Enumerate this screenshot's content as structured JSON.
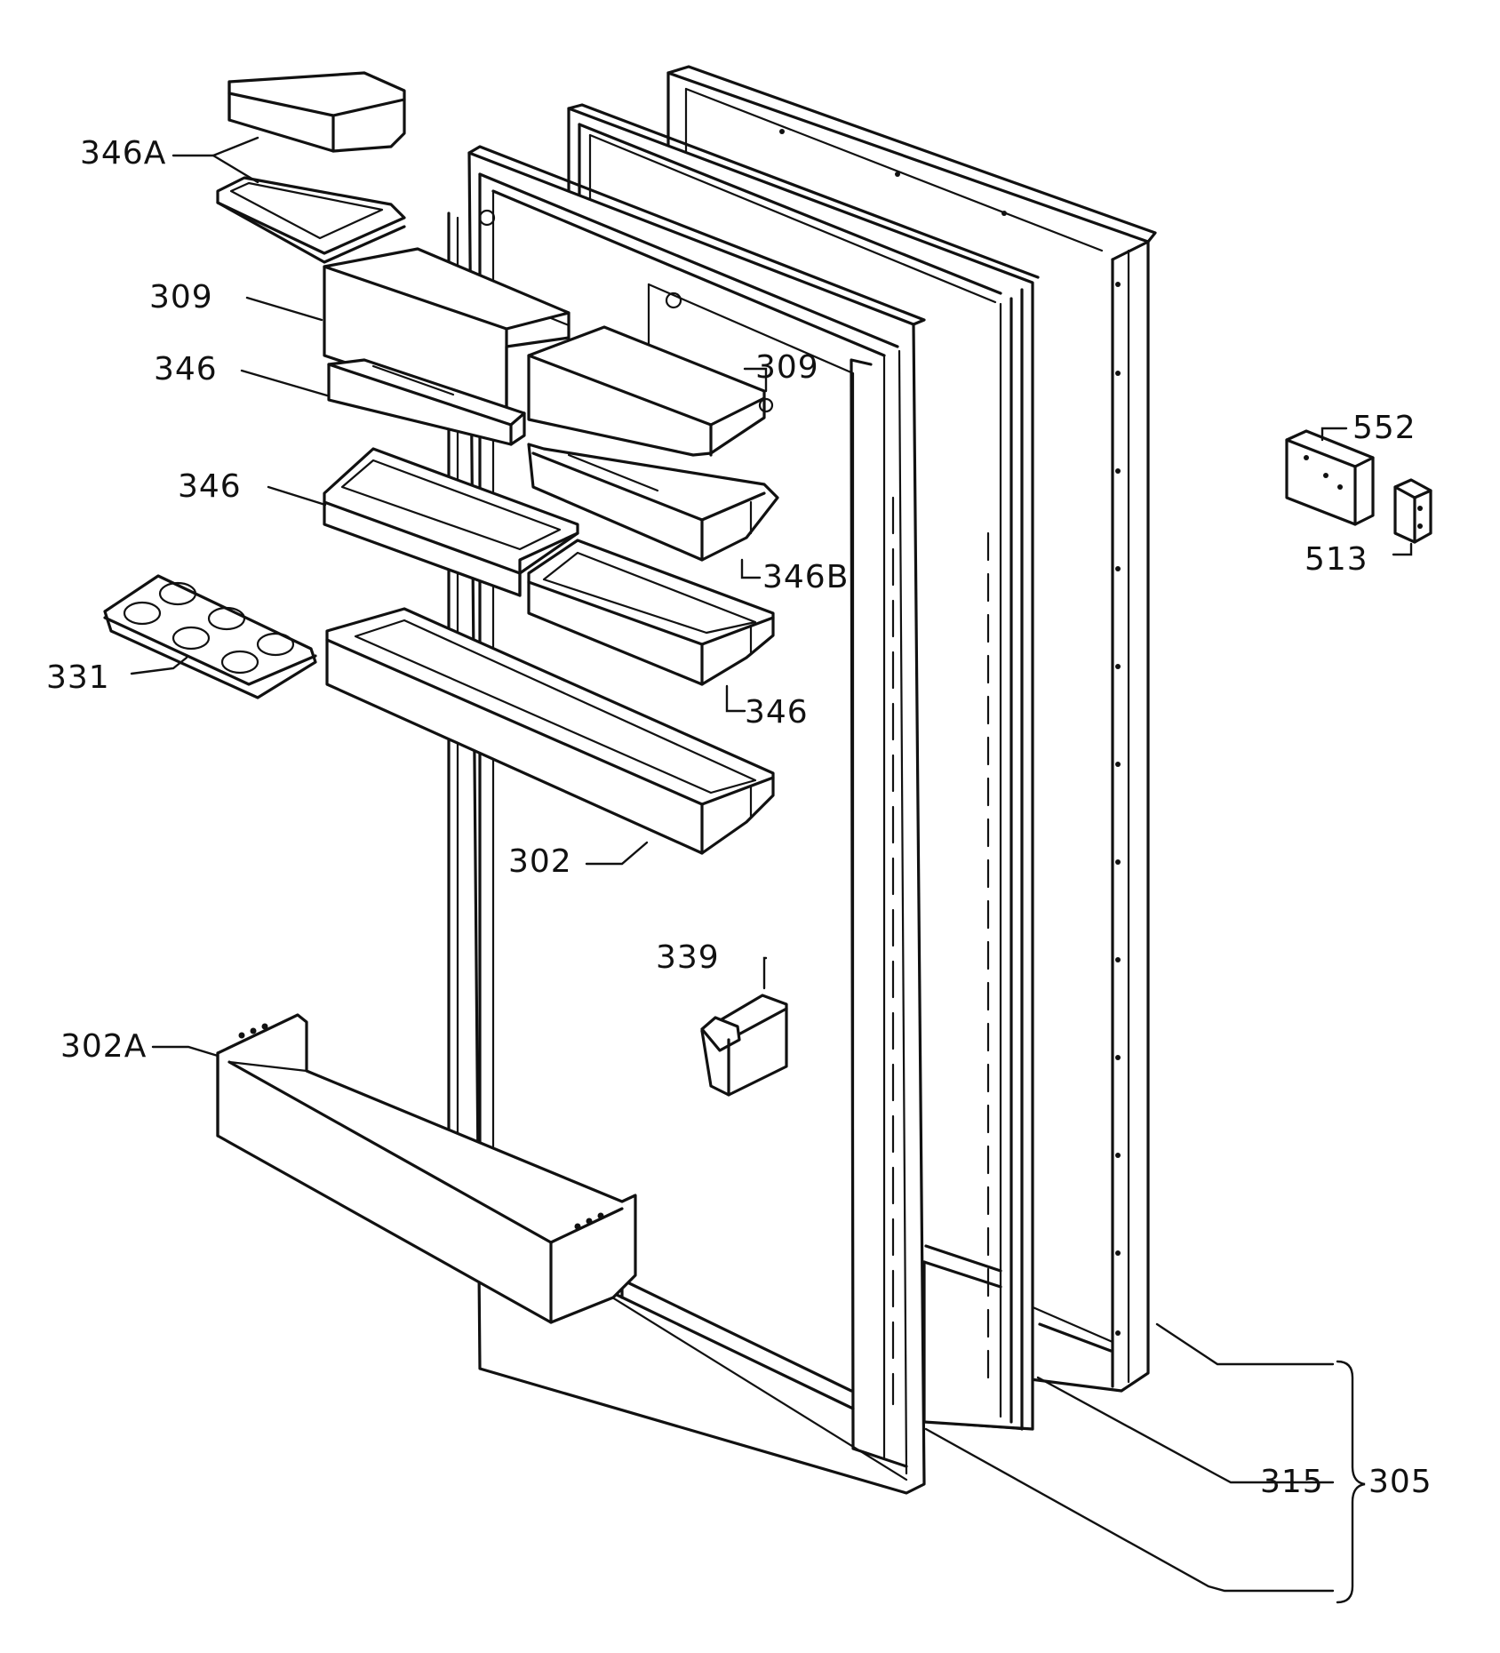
{
  "callouts": {
    "c346A": "346A",
    "c309a": "309",
    "c346a": "346",
    "c309b": "309",
    "c346b": "346",
    "c346B": "346B",
    "c331": "331",
    "c346c": "346",
    "c302": "302",
    "c339": "339",
    "c302A": "302A",
    "c552": "552",
    "c513": "513",
    "c315": "315",
    "c305": "305"
  }
}
